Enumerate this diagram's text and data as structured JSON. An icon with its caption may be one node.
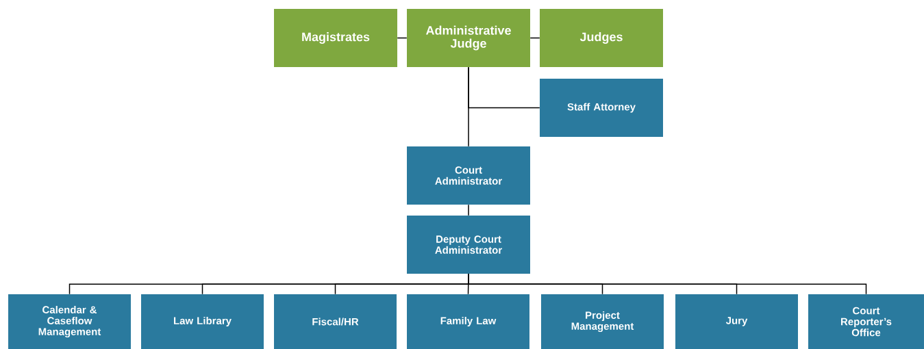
{
  "diagram": {
    "nodes": [
      {
        "text": [
          "Magistrates"
        ]
      },
      {
        "text": [
          "Administrative Judge"
        ]
      },
      {
        "text": [
          "Judges"
        ]
      },
      {
        "text": [
          "Staff Attorney"
        ]
      },
      {
        "text": [
          "Court Administrator"
        ]
      },
      {
        "text": [
          "Deputy Court Administrator"
        ]
      },
      {
        "text": [
          "Calendar & Caseflow Management"
        ]
      },
      {
        "text": [
          "Law Library"
        ]
      },
      {
        "text": [
          "Fiscal/HR"
        ]
      },
      {
        "text": [
          "Family Law"
        ]
      },
      {
        "text": [
          "Project Management"
        ]
      },
      {
        "text": [
          "Jury"
        ]
      },
      {
        "text": [
          "Court Reporter’s Office"
        ]
      }
    ],
    "edges": [
      {
        "from": 1,
        "to": 0,
        "arrow": "none"
      },
      {
        "from": 1,
        "to": 2,
        "arrow": "none"
      },
      {
        "from": 1,
        "to": 3,
        "arrow": "none"
      },
      {
        "from": 1,
        "to": 4,
        "arrow": "none"
      },
      {
        "from": 4,
        "to": 5,
        "arrow": "none"
      },
      {
        "from": 5,
        "to": 6,
        "arrow": "none"
      },
      {
        "from": 5,
        "to": 7,
        "arrow": "none"
      },
      {
        "from": 5,
        "to": 8,
        "arrow": "none"
      },
      {
        "from": 5,
        "to": 9,
        "arrow": "none"
      },
      {
        "from": 5,
        "to": 10,
        "arrow": "none"
      },
      {
        "from": 5,
        "to": 11,
        "arrow": "none"
      },
      {
        "from": 5,
        "to": 12,
        "arrow": "none"
      }
    ]
  }
}
